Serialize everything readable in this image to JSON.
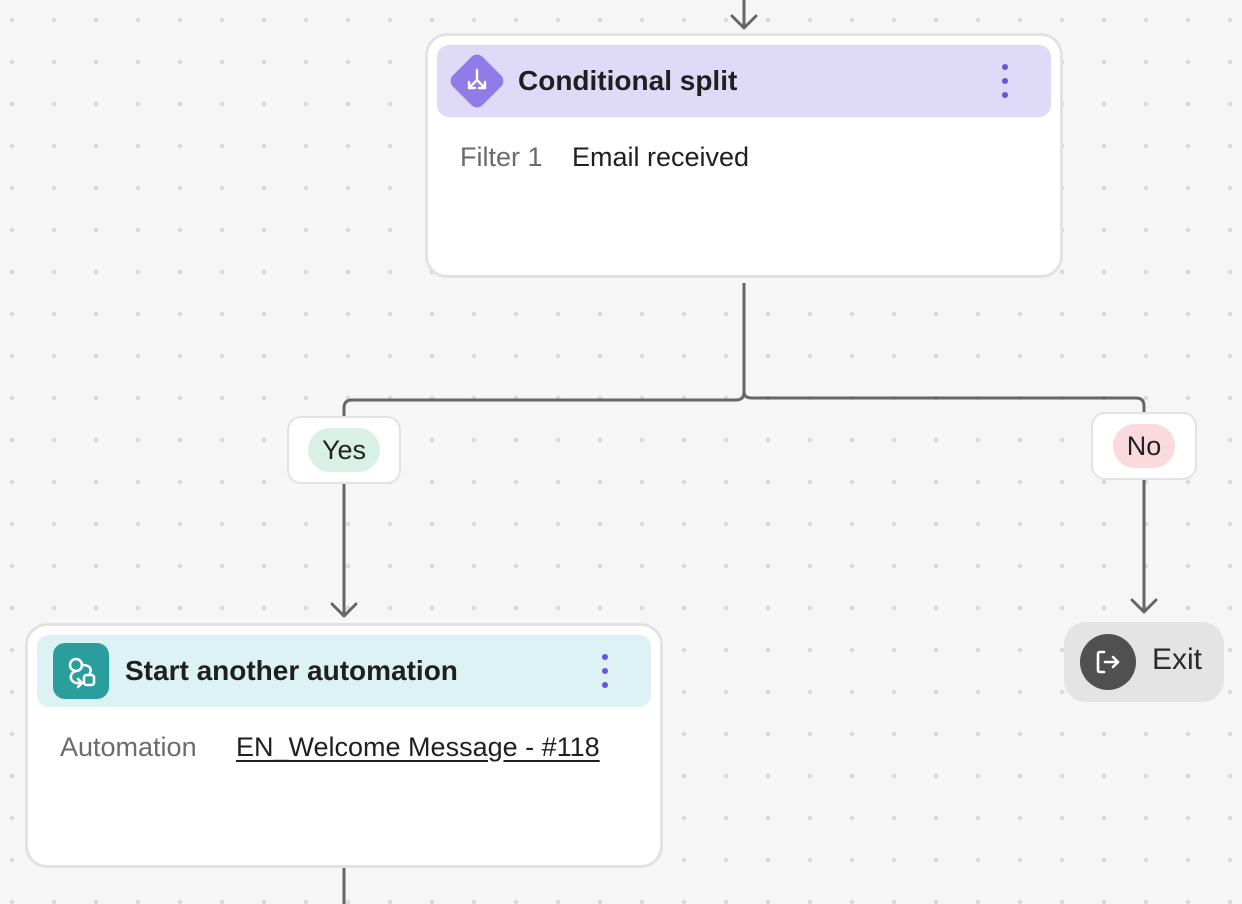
{
  "colors": {
    "canvas_background": "#f6f6f6",
    "connector": "#666666",
    "split_header": "#dedaf7",
    "split_icon": "#8f7ce6",
    "automation_header": "#dcf2f4",
    "automation_icon": "#2a9e9d",
    "menu_dots": "#6a55d6",
    "yes_pill": "#d9f0e6",
    "no_pill": "#fadadd",
    "exit_background": "#e4e4e4",
    "exit_icon": "#505050"
  },
  "conditional_split": {
    "title": "Conditional split",
    "icon": "split-arrows-icon",
    "filter_label": "Filter 1",
    "filter_value": "Email received"
  },
  "branches": {
    "yes_label": "Yes",
    "no_label": "No"
  },
  "start_automation": {
    "title": "Start another automation",
    "icon": "automation-icon",
    "automation_label": "Automation",
    "automation_value": "EN_Welcome Message - #118"
  },
  "exit": {
    "label": "Exit",
    "icon": "exit-icon"
  }
}
